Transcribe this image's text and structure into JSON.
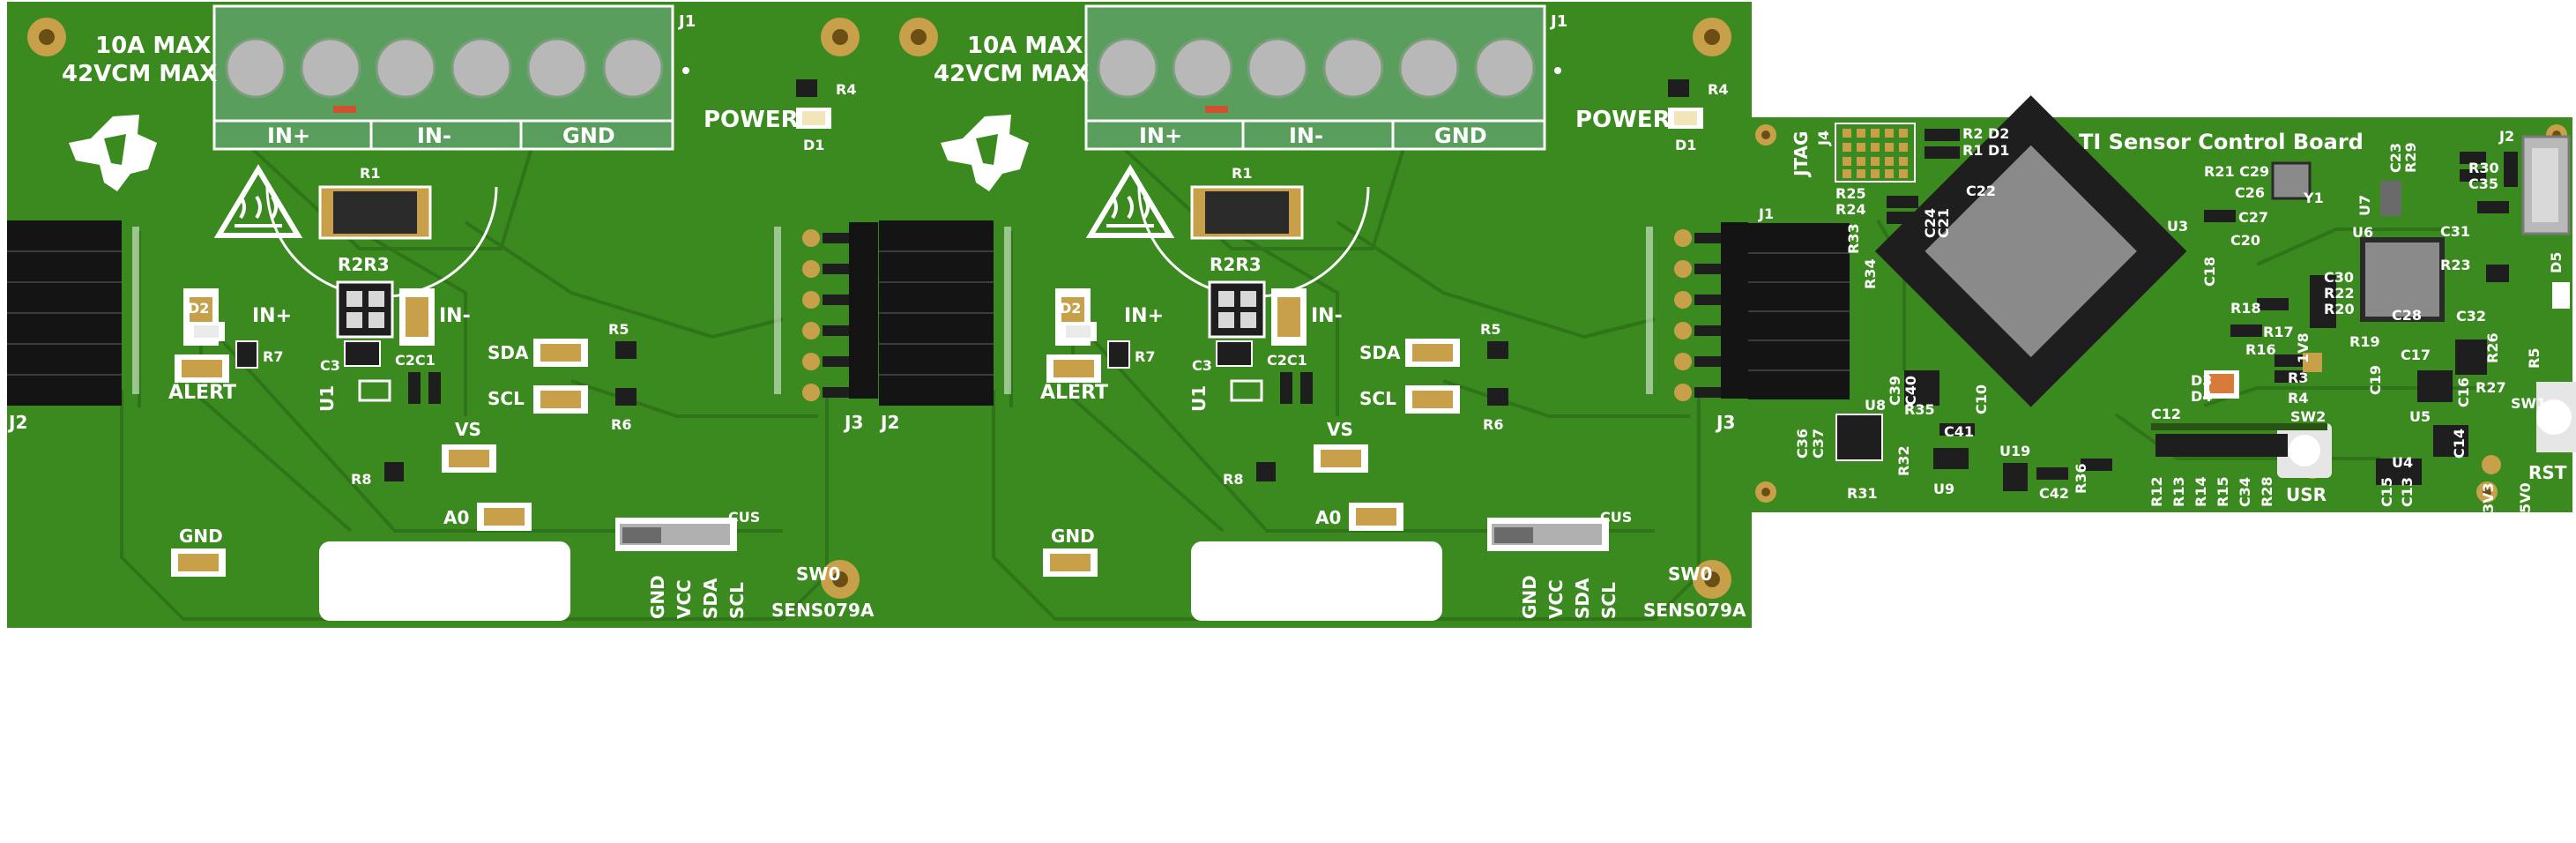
{
  "colors": {
    "pcb_green": "#3b8a1f",
    "trace_green": "#2f7418",
    "silkscreen": "#ffffff",
    "terminal_block": "#5a9e5e",
    "gold_pad": "#c9a04a",
    "header_black": "#141414",
    "chip_grey": "#8a8a8a"
  },
  "sensor_boards": [
    {
      "id": "A",
      "max_current": "10A MAX",
      "max_voltage": "42VCM MAX",
      "j1": "J1",
      "terminal_labels": [
        "IN+",
        "IN-",
        "GND"
      ],
      "power_label": "POWER",
      "r4": "R4",
      "d1": "D1",
      "r1": "R1",
      "r2r3": "R2R3",
      "in_plus": "IN+",
      "in_minus": "IN-",
      "d2": "D2",
      "r7": "R7",
      "alert": "ALERT",
      "c3": "C3",
      "c2c1": "C2C1",
      "u1": "U1",
      "sda": "SDA",
      "scl": "SCL",
      "r5": "R5",
      "r6": "R6",
      "vs": "VS",
      "r8": "R8",
      "a0": "A0",
      "gnd": "GND",
      "sw0": "SW0",
      "cus": "CUS",
      "j2": "J2",
      "j3": "J3",
      "bus_labels": [
        "GND",
        "VCC",
        "SDA",
        "SCL"
      ],
      "part_number": "SENS079A"
    },
    {
      "id": "B",
      "max_current": "10A MAX",
      "max_voltage": "42VCM MAX",
      "j1": "J1",
      "terminal_labels": [
        "IN+",
        "IN-",
        "GND"
      ],
      "power_label": "POWER",
      "r4": "R4",
      "d1": "D1",
      "r1": "R1",
      "r2r3": "R2R3",
      "in_plus": "IN+",
      "in_minus": "IN-",
      "d2": "D2",
      "r7": "R7",
      "alert": "ALERT",
      "c3": "C3",
      "c2c1": "C2C1",
      "u1": "U1",
      "sda": "SDA",
      "scl": "SCL",
      "r5": "R5",
      "r6": "R6",
      "vs": "VS",
      "r8": "R8",
      "a0": "A0",
      "gnd": "GND",
      "sw0": "SW0",
      "cus": "CUS",
      "j2": "J2",
      "j3": "J3",
      "bus_labels": [
        "GND",
        "VCC",
        "SDA",
        "SCL"
      ],
      "part_number": "SENS079A"
    }
  ],
  "control_board": {
    "title": "TI Sensor Control Board",
    "jtag": "JTAG",
    "j4": "J4",
    "j1": "J1",
    "j2": "J2",
    "u3": "U3",
    "u6": "U6",
    "u7": "U7",
    "u8": "U8",
    "u9": "U9",
    "u19": "U19",
    "u4": "U4",
    "u5": "U5",
    "y1": "Y1",
    "sw1": "SW1",
    "sw2": "SW2",
    "usr": "USR",
    "rst": "RST",
    "v1v8": "1V8",
    "v3v3": "3V3",
    "v5v0": "5V0",
    "d5": "D5",
    "small_labels": [
      "R2 D2",
      "R1 D1",
      "R21 C29",
      "C26",
      "C27",
      "R25",
      "R24",
      "C22",
      "R33",
      "R34",
      "C20",
      "C18",
      "R18",
      "R17",
      "R16",
      "R19",
      "C30",
      "R22",
      "R20",
      "C28",
      "C17",
      "C32",
      "R23",
      "R30",
      "C35",
      "C31",
      "R29",
      "C23",
      "R26",
      "R27",
      "R5",
      "C19",
      "C16",
      "C12",
      "D4",
      "D3",
      "R3",
      "R4",
      "C39",
      "C40",
      "C10",
      "C41",
      "R35",
      "R32",
      "R31",
      "C36",
      "C37",
      "C42",
      "R36",
      "R12",
      "R13",
      "R14",
      "R15",
      "C34",
      "R28",
      "C15",
      "C13",
      "C14",
      "C21",
      "C24"
    ]
  }
}
